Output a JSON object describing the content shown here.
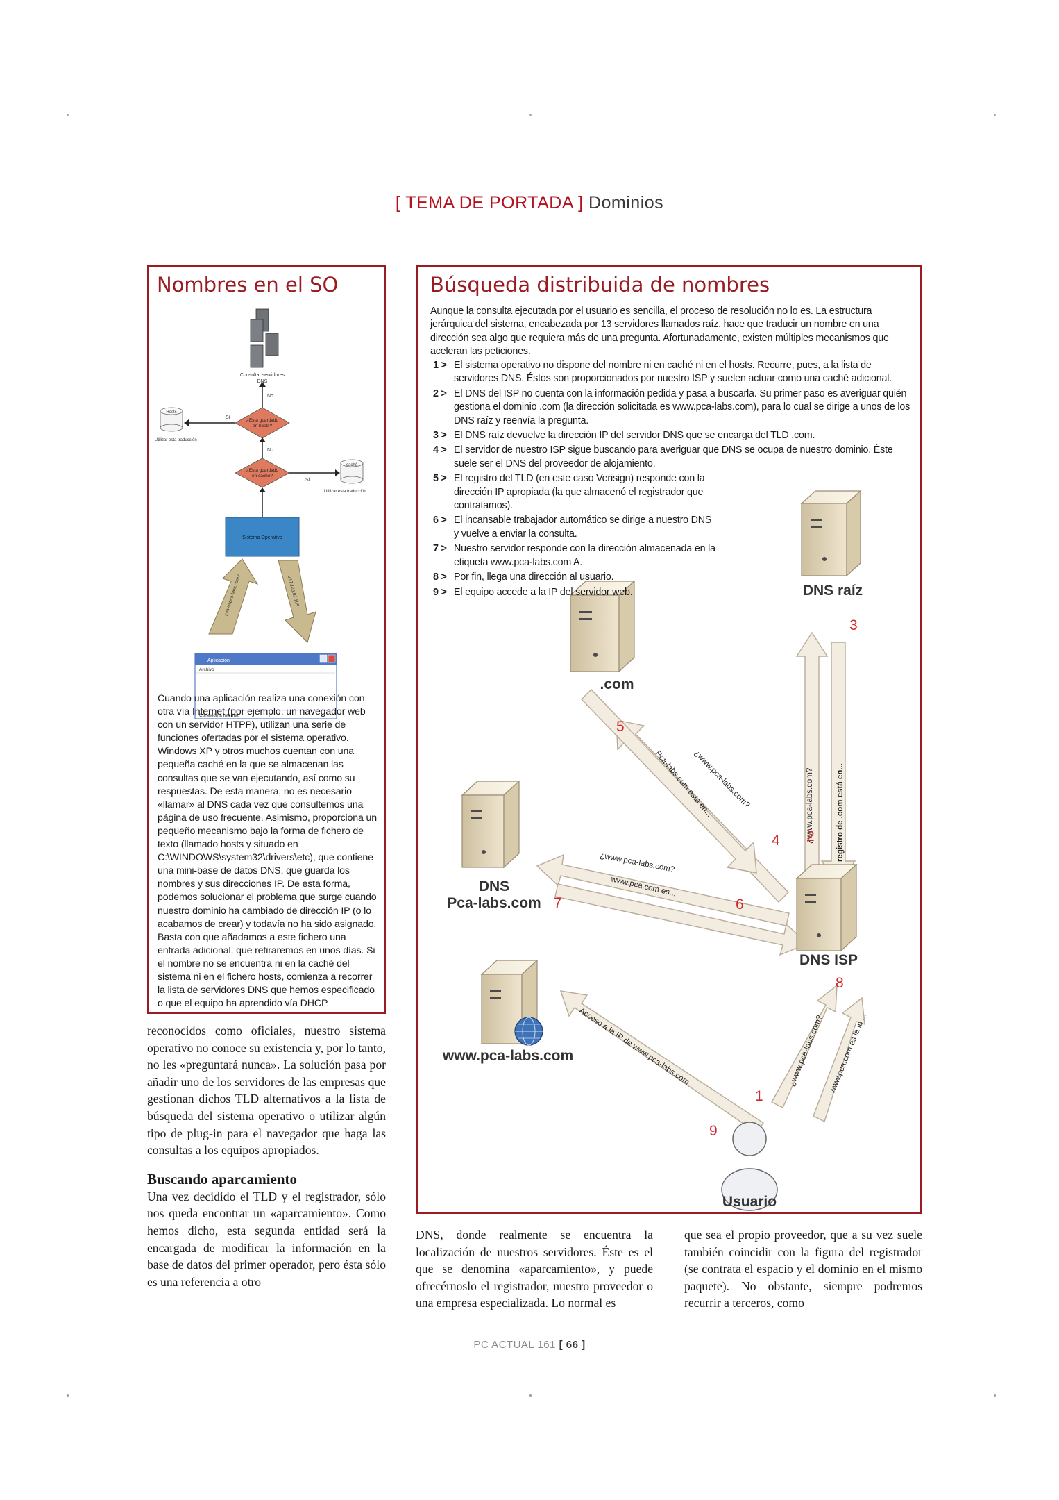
{
  "header": {
    "kicker": "[ TEMA DE PORTADA ]",
    "topic": "Dominios"
  },
  "left_box": {
    "title": "Nombres en el SO",
    "diagram": {
      "consult_label_1": "Consultar servidores",
      "consult_label_2": "DNS",
      "no_1": "No",
      "no_2": "No",
      "si_1": "Sí",
      "si_2": "Sí",
      "hosts": "Hosts",
      "cache": "caché",
      "q_hosts_1": "¿Está guardado",
      "q_hosts_2": "en hosts?",
      "q_cache_1": "¿Está guardado",
      "q_cache_2": "en caché?",
      "use_translation_left": "Utilizar esta traducción",
      "use_translation_right": "Utilizar esta traducción",
      "os_label": "Sistema Operativo",
      "arrow_up": "¿www.pca-labs.com?",
      "arrow_down": "217.126.82.105",
      "app_title": "Aplicación",
      "app_menu": "Archivo",
      "app_status": "Conexión a Internet"
    },
    "text": "Cuando una aplicación realiza una conexión con otra vía Internet (por ejemplo, un navegador web con un servidor HTPP), utilizan una serie de funciones ofertadas por el sistema operativo. Windows XP y otros muchos cuentan con una pequeña caché en la que se almacenan las consultas que se van ejecutando, así como su respuestas. De esta manera, no es necesario «llamar» al DNS cada vez que consultemos una página de uso frecuente. Asimismo, proporciona un pequeño mecanismo bajo la forma de fichero de texto (llamado hosts y situado en C:\\WINDOWS\\system32\\drivers\\etc), que contiene una mini-base de datos DNS, que guarda los nombres y sus direcciones IP. De esta forma, podemos solucionar el problema que surge cuando nuestro dominio ha cambiado de dirección IP (o lo acabamos de crear) y todavía no ha sido asignado. Basta con que añadamos a este fichero una entrada adicional, que retiraremos en unos días. Si el nombre no se encuentra ni en la caché del sistema ni en el fichero hosts, comienza a recorrer la lista de servidores DNS que hemos especificado o que el equipo ha aprendido vía DHCP."
  },
  "right_box": {
    "title": "Búsqueda distribuida de nombres",
    "intro": "Aunque la consulta ejecutada por el usuario es sencilla, el proceso de resolución no lo es. La estructura jerárquica del sistema, encabezada por 13 servidores llamados raíz, hace que traducir un nombre en una dirección sea algo que requiera más de una pregunta. Afortunadamente, existen múltiples mecanismos que aceleran las peticiones.",
    "steps": [
      {
        "num": "1 >",
        "text": "El sistema operativo no dispone del nombre ni en caché ni en el hosts. Recurre, pues, a la lista de servidores DNS. Éstos son proporcionados por nuestro ISP y suelen actuar como una caché adicional."
      },
      {
        "num": "2 >",
        "text": "El DNS del ISP no cuenta con la información pedida y pasa a buscarla. Su primer paso es averiguar quién gestiona el dominio .com (la dirección solicitada es www.pca-labs.com), para lo cual se dirige a unos de los DNS raíz y reenvía la pregunta."
      },
      {
        "num": "3 >",
        "text": "El DNS raíz devuelve la dirección IP del servidor DNS que se encarga del TLD .com."
      },
      {
        "num": "4 >",
        "text": "El servidor de nuestro ISP sigue buscando para averiguar que DNS se ocupa de nuestro dominio. Éste suele ser el DNS del proveedor de alojamiento."
      },
      {
        "num": "5 >",
        "text": "El registro del TLD (en este caso Verisign) responde con la dirección IP apropiada (la que almacenó el registrador que contratamos)."
      },
      {
        "num": "6 >",
        "text": "El incansable trabajador automático se dirige a nuestro DNS y vuelve a enviar la consulta."
      },
      {
        "num": "7 >",
        "text": "Nuestro servidor responde con la dirección almacenada en la etiqueta www.pca-labs.com A."
      },
      {
        "num": "8 >",
        "text": "Por fin, llega una dirección al usuario."
      },
      {
        "num": "9 >",
        "text": "El equipo accede a la IP del servidor web."
      }
    ],
    "diagram": {
      "dns_root": "DNS raíz",
      "com": ".com",
      "dns_pca_1": "DNS",
      "dns_pca_2": "Pca-labs.com",
      "dns_isp": "DNS ISP",
      "web": "www.pca-labs.com",
      "user": "Usuario",
      "a2": "¿www.pca-labs.com?",
      "a3": "El registro de .com está en...",
      "a4": "¿www.pca-labs.com?",
      "a5": "Pca-labs.com está en...",
      "a6": "¿www.pca-labs.com?",
      "a7": "www.pca.com es...",
      "a1": "¿www.pca-labs.com?",
      "a8": "www.pca.com es la ip ...",
      "a9": "Acceso a la IP de www.pca-labs.com",
      "n1": "1",
      "n2": "2",
      "n3": "3",
      "n4": "4",
      "n5": "5",
      "n6": "6",
      "n7": "7",
      "n8": "8",
      "n9": "9"
    }
  },
  "body": {
    "col1_p1": "reconocidos como oficiales, nuestro sistema operativo no conoce su existencia y, por lo tanto, no les «preguntará nunca». La solución pasa por añadir uno de los servidores de las empresas que gestionan dichos TLD alternativos a la lista de búsqueda del sistema operativo o utilizar algún tipo de plug-in para el navegador que haga las consultas a los equipos apropiados.",
    "subheading": "Buscando aparcamiento",
    "col1_p2": "Una vez decidido el TLD y el registrador, sólo nos queda encontrar un «aparcamiento». Como hemos dicho, esta segunda entidad será la encargada de modificar la información en la base de datos del primer operador, pero ésta sólo es una referencia a otro",
    "col2": "DNS, donde realmente se encuentra la localización de nuestros servidores. Éste es el que se denomina «aparcamiento», y puede ofrecérnoslo el registrador, nuestro proveedor o una empresa especializada. Lo normal es",
    "col3": "que sea el propio proveedor, que a su vez suele también coincidir con la figura del registrador (se contrata el espacio y el dominio en el mismo paquete). No obstante, siempre podremos recurrir a terceros, como"
  },
  "footer": {
    "magazine": "PC ACTUAL 161",
    "page": "[ 66 ]"
  },
  "colors": {
    "accent": "#9b1b22",
    "kicker": "#b3121f",
    "arrow_fill": "#f3ece1",
    "arrow_stroke": "#b8ab98",
    "step_number": "#d0282e"
  }
}
